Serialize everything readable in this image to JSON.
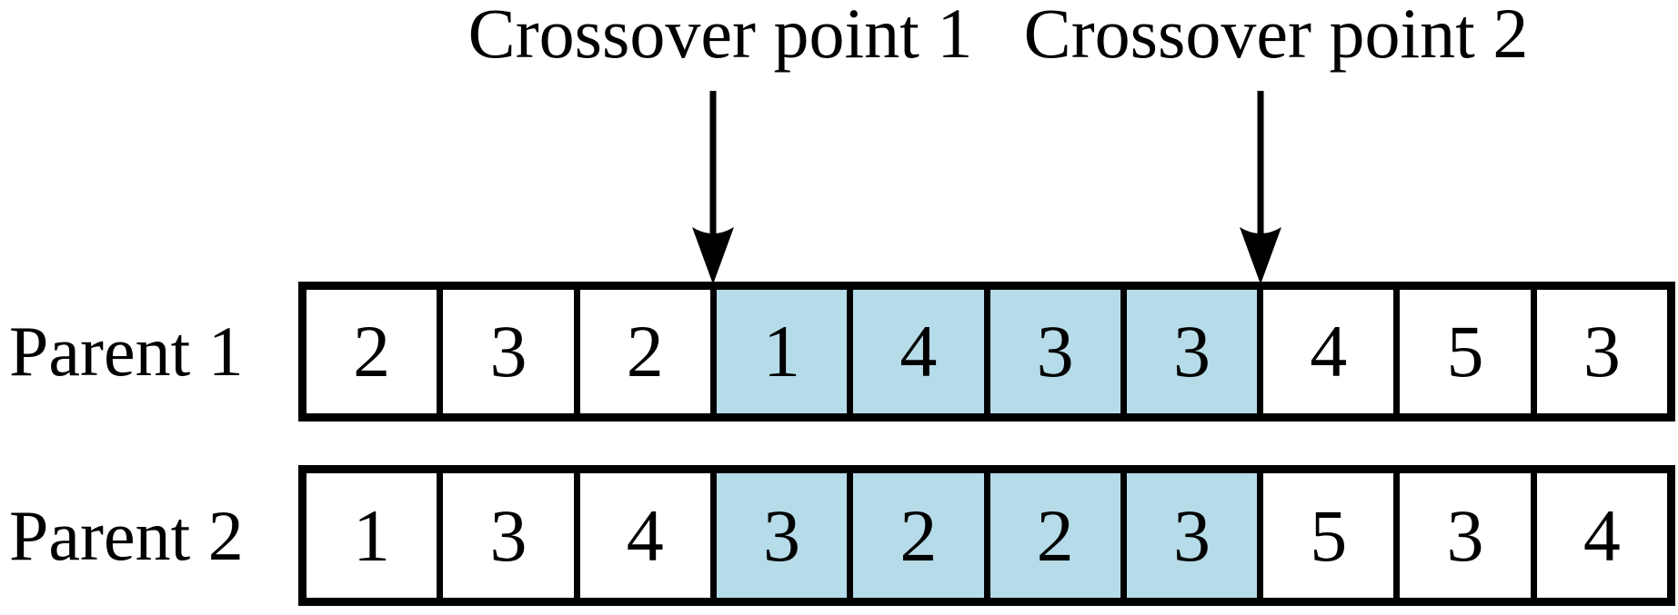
{
  "diagram": {
    "type": "two-point-crossover",
    "background_color": "#ffffff",
    "line_color": "#000000",
    "highlight_color": "#b5dce8",
    "crossover_points": [
      {
        "label": "Crossover point 1",
        "icon": "down-arrow-icon",
        "points_to_boundary_before_index": 3
      },
      {
        "label": "Crossover point 2",
        "icon": "down-arrow-icon",
        "points_to_boundary_before_index": 7
      }
    ],
    "highlight_range": {
      "start_index": 3,
      "end_index": 6
    },
    "rows": [
      {
        "label": "Parent 1",
        "values": [
          "2",
          "3",
          "2",
          "1",
          "4",
          "3",
          "3",
          "4",
          "5",
          "3"
        ]
      },
      {
        "label": "Parent 2",
        "values": [
          "1",
          "3",
          "4",
          "3",
          "2",
          "2",
          "3",
          "5",
          "3",
          "4"
        ]
      }
    ]
  }
}
